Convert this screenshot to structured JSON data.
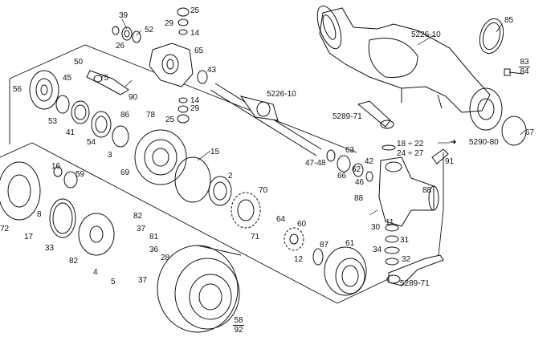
{
  "diagram": {
    "style": "exploded parts drawing",
    "ink_color": "#111111",
    "background": "#ffffff",
    "labels": [
      {
        "key": "p39",
        "text": "39"
      },
      {
        "key": "p25a",
        "text": "25"
      },
      {
        "key": "p29a",
        "text": "29"
      },
      {
        "key": "p14a",
        "text": "14"
      },
      {
        "key": "p52",
        "text": "52"
      },
      {
        "key": "p26",
        "text": "26"
      },
      {
        "key": "p65",
        "text": "65"
      },
      {
        "key": "p85",
        "text": "85"
      },
      {
        "key": "p5226a",
        "text": "5226-10"
      },
      {
        "key": "p83",
        "text": "83"
      },
      {
        "key": "p84",
        "text": "84"
      },
      {
        "key": "p50",
        "text": "50"
      },
      {
        "key": "p45",
        "text": "45"
      },
      {
        "key": "p56",
        "text": "56"
      },
      {
        "key": "p75",
        "text": "75"
      },
      {
        "key": "p43",
        "text": "43"
      },
      {
        "key": "p90",
        "text": "90"
      },
      {
        "key": "p14b",
        "text": "14"
      },
      {
        "key": "p29b",
        "text": "29"
      },
      {
        "key": "p25b",
        "text": "25"
      },
      {
        "key": "p5226b",
        "text": "5226-10"
      },
      {
        "key": "p53",
        "text": "53"
      },
      {
        "key": "p86",
        "text": "86"
      },
      {
        "key": "p78",
        "text": "78"
      },
      {
        "key": "p41",
        "text": "41"
      },
      {
        "key": "p54",
        "text": "54"
      },
      {
        "key": "p3",
        "text": "3"
      },
      {
        "key": "p5289a",
        "text": "5289-71"
      },
      {
        "key": "p18",
        "text": "18 ÷ 22"
      },
      {
        "key": "p24",
        "text": "24 ÷ 27"
      },
      {
        "key": "p5290",
        "text": "5290-80"
      },
      {
        "key": "p67",
        "text": "67"
      },
      {
        "key": "p15",
        "text": "15"
      },
      {
        "key": "p63",
        "text": "63"
      },
      {
        "key": "p4748",
        "text": "47-48"
      },
      {
        "key": "p66",
        "text": "66"
      },
      {
        "key": "p62",
        "text": "62"
      },
      {
        "key": "p42",
        "text": "42"
      },
      {
        "key": "p46",
        "text": "46"
      },
      {
        "key": "p91",
        "text": "91"
      },
      {
        "key": "p16",
        "text": "16"
      },
      {
        "key": "p59",
        "text": "59"
      },
      {
        "key": "p69",
        "text": "69"
      },
      {
        "key": "p2",
        "text": "2"
      },
      {
        "key": "p70",
        "text": "70"
      },
      {
        "key": "p88a",
        "text": "88"
      },
      {
        "key": "p88b",
        "text": "88"
      },
      {
        "key": "p8",
        "text": "8"
      },
      {
        "key": "p72",
        "text": "72"
      },
      {
        "key": "p17",
        "text": "17"
      },
      {
        "key": "p82a",
        "text": "82"
      },
      {
        "key": "p64",
        "text": "64"
      },
      {
        "key": "p60",
        "text": "60"
      },
      {
        "key": "p11",
        "text": "11"
      },
      {
        "key": "p30",
        "text": "30"
      },
      {
        "key": "p37a",
        "text": "37"
      },
      {
        "key": "p81",
        "text": "81"
      },
      {
        "key": "p71",
        "text": "71"
      },
      {
        "key": "p31",
        "text": "31"
      },
      {
        "key": "p33",
        "text": "33"
      },
      {
        "key": "p36",
        "text": "36"
      },
      {
        "key": "p28",
        "text": "28"
      },
      {
        "key": "p87",
        "text": "87"
      },
      {
        "key": "p61",
        "text": "61"
      },
      {
        "key": "p34",
        "text": "34"
      },
      {
        "key": "p82b",
        "text": "82"
      },
      {
        "key": "p12",
        "text": "12"
      },
      {
        "key": "p32",
        "text": "32"
      },
      {
        "key": "p4",
        "text": "4"
      },
      {
        "key": "p5",
        "text": "5"
      },
      {
        "key": "p37b",
        "text": "37"
      },
      {
        "key": "p5289b",
        "text": "5289-71"
      },
      {
        "key": "p58",
        "text": "58"
      },
      {
        "key": "p92",
        "text": "92"
      }
    ]
  }
}
